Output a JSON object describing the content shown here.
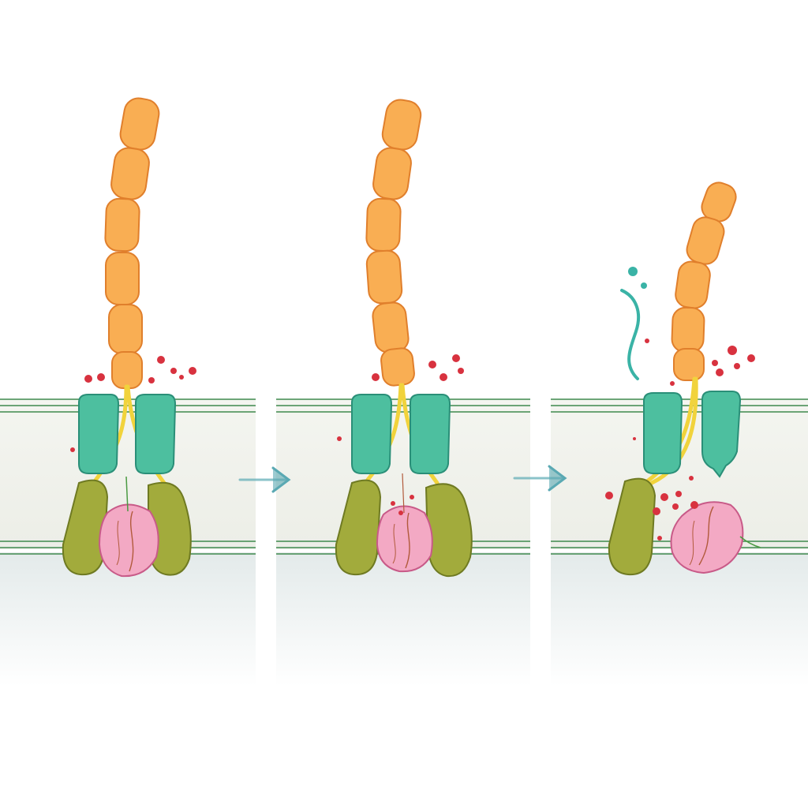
{
  "diagram": {
    "panel_count": 3,
    "arrow_count": 2,
    "colors": {
      "background": "#ffffff",
      "membrane_fill": "#f2f3ee",
      "membrane_line": "#3f8a4e",
      "cytoplasm": "#e3eaea",
      "stalk_fill": "#f9ae53",
      "stalk_stroke": "#e07f2c",
      "teal_subunit": "#4dbf9f",
      "teal_stroke": "#2a8f78",
      "olive_subunit": "#a2ab3c",
      "olive_stroke": "#6f7a22",
      "pink_subunit": "#f3a9c4",
      "pink_stroke": "#c85a88",
      "linker": "#f1d33c",
      "particle": "#d8323f",
      "arrow": "#5aa9b3",
      "released_strand": "#3ab3a6"
    },
    "panels": [
      {
        "step": 1,
        "state": "assembled complex, both olive subunits attached"
      },
      {
        "step": 2,
        "state": "complex loosening, particles entering"
      },
      {
        "step": 3,
        "state": "one olive subunit and pink subunit dissociated, strand released"
      }
    ]
  }
}
